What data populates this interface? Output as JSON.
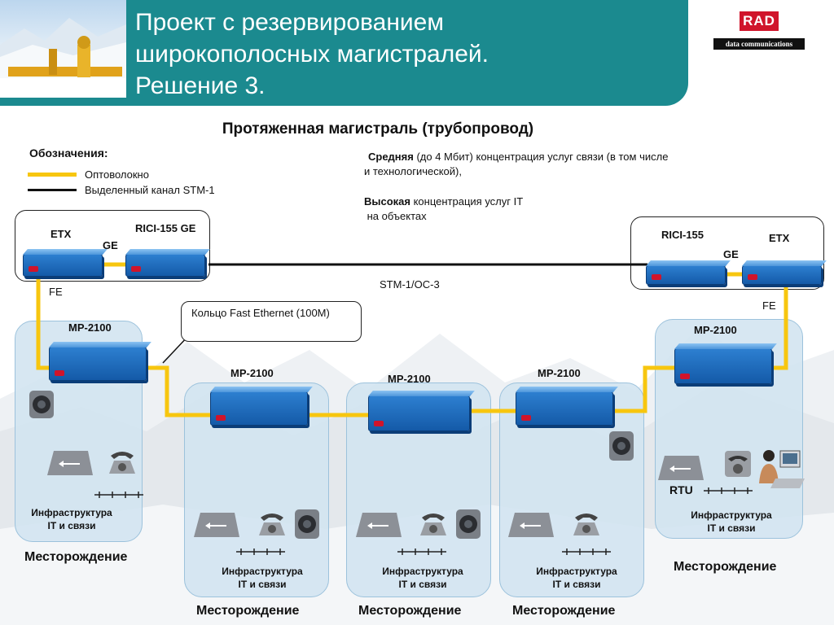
{
  "header": {
    "title_line1": "Проект с резервированием",
    "title_line2": "широкополосных магистралей.",
    "title_line3": "Решение 3.",
    "color": "#1b8a8f"
  },
  "logo": {
    "brand": "RAD",
    "tagline": "data communications",
    "color": "#d0142b"
  },
  "subtitle": "Протяженная магистраль (трубопровод)",
  "legend": {
    "heading": "Обозначения:",
    "fiber_label": "Оптоволокно",
    "stm_label": "Выделенный канал STM-1",
    "fiber_color": "#f7c60f",
    "stm_color": "#111111"
  },
  "notes": {
    "medium_bold": "Средняя",
    "medium_rest": " (до 4 Мбит) концентрация  услуг связи (в том числе",
    "medium_line2": "и технологической),",
    "high_bold": "Высокая",
    "high_rest": " концентрация услуг IT",
    "high_line2": " на объектах"
  },
  "left_group": {
    "etx": "ETX",
    "rici": "RICI-155 GE",
    "ge": "GE",
    "fe": "FE"
  },
  "right_group": {
    "rici": "RICI-155",
    "etx": "ETX",
    "ge": "GE",
    "fe": "FE"
  },
  "link_label": "STM-1/OC-3",
  "callout": "Кольцо Fast Ethernet (100M)",
  "fields": [
    {
      "device": "MP-2100",
      "infra1": "Инфраструктура",
      "infra2": "IT и связи",
      "name": "Месторождение"
    },
    {
      "device": "MP-2100",
      "infra1": "Инфраструктура",
      "infra2": "IT и связи",
      "name": "Месторождение"
    },
    {
      "device": "MP-2100",
      "infra1": "Инфраструктура",
      "infra2": "IT и связи",
      "name": "Месторождение"
    },
    {
      "device": "MP-2100",
      "infra1": "Инфраструктура",
      "infra2": "IT и связи",
      "name": "Месторождение"
    },
    {
      "device": "MP-2100",
      "infra1": "Инфраструктура",
      "infra2": "IT и связи",
      "name": "Месторождение",
      "rtu": "RTU"
    }
  ]
}
